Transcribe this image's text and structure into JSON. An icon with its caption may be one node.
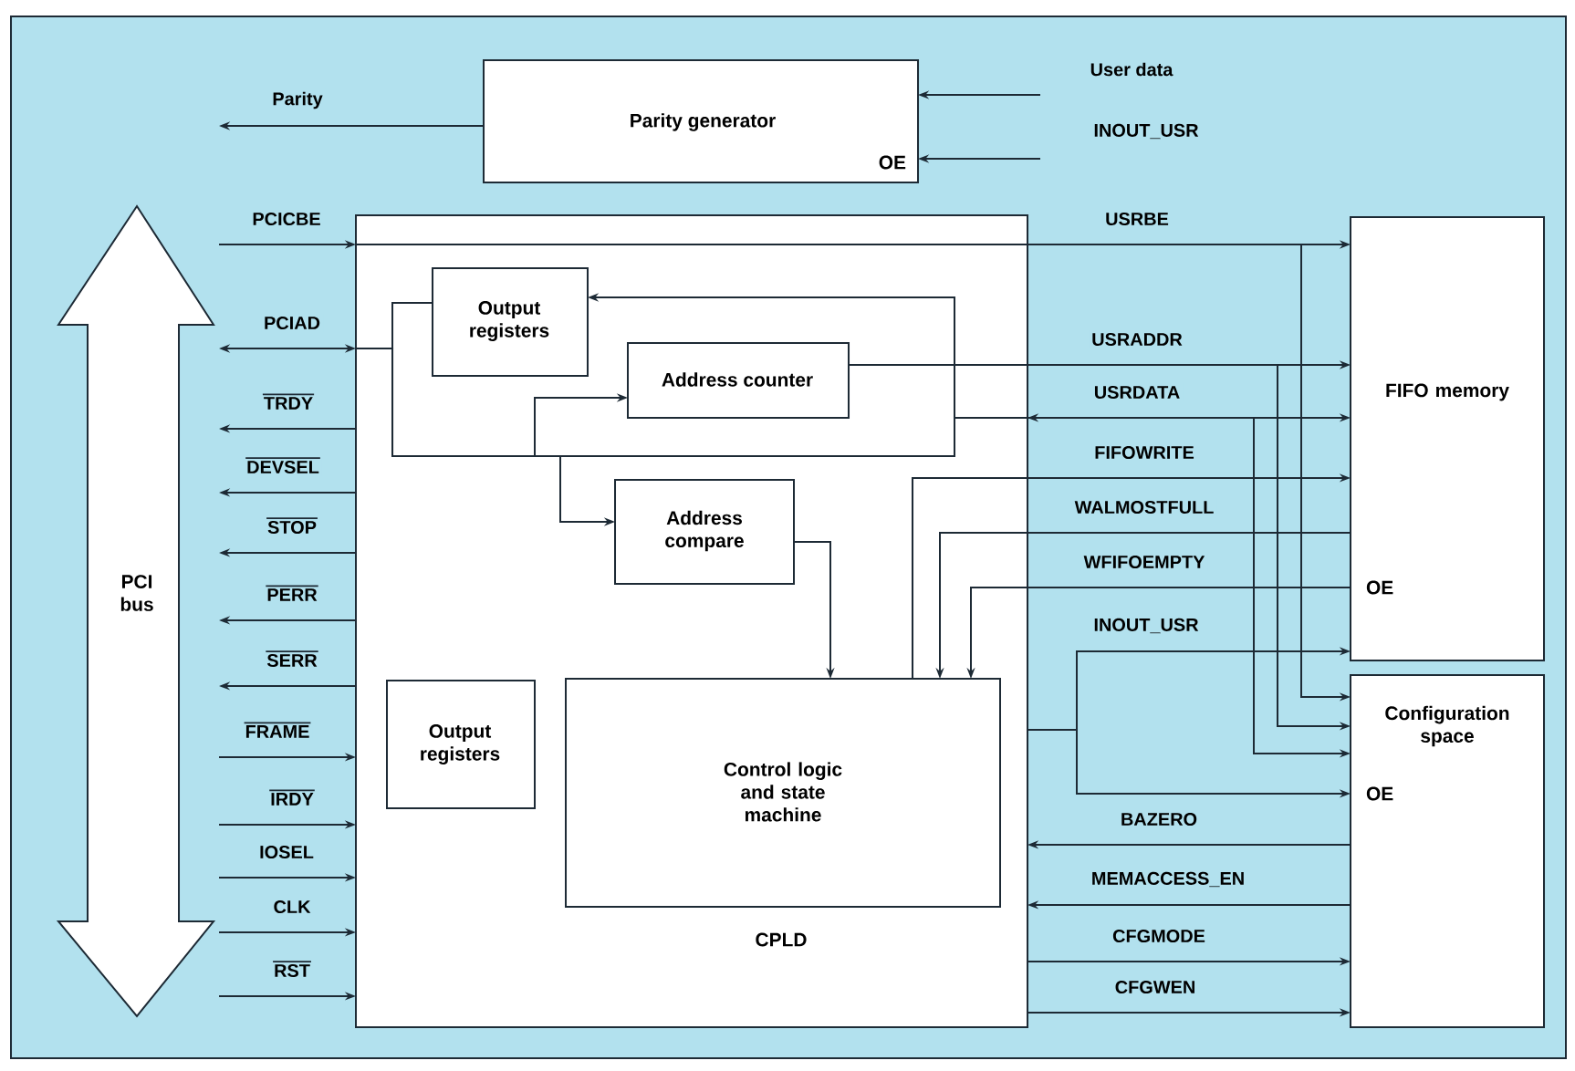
{
  "diagram": {
    "nodes": [
      {
        "text": [
          "Parity generator",
          "OE"
        ]
      },
      {
        "text": [
          "CPLD"
        ]
      },
      {
        "text": [
          "Output registers"
        ],
        "in": 1
      },
      {
        "text": [
          "Address counter"
        ],
        "in": 1
      },
      {
        "text": [
          "Address compare"
        ],
        "in": 1
      },
      {
        "text": [
          "Output registers"
        ],
        "in": 1
      },
      {
        "text": [
          "Control logic and state machine"
        ],
        "in": 1
      },
      {
        "text": [
          "FIFO memory",
          "OE"
        ]
      },
      {
        "text": [
          "Configuration space",
          "OE"
        ]
      },
      {
        "text": [
          "PCI bus"
        ]
      }
    ],
    "edges": [
      {
        "from": 0,
        "to": null,
        "arrow": "to",
        "label": "Parity"
      },
      {
        "from": null,
        "to": 0,
        "arrow": "to",
        "label": "User data"
      },
      {
        "from": null,
        "to": 0,
        "arrow": "to",
        "label": "INOUT_USR"
      },
      {
        "from": 9,
        "to": 1,
        "arrow": "to",
        "label": "PCICBE"
      },
      {
        "from": 9,
        "to": 1,
        "arrow": "both",
        "label": "PCIAD"
      },
      {
        "from": 1,
        "to": 9,
        "arrow": "to",
        "label": "TRDY"
      },
      {
        "from": 1,
        "to": 9,
        "arrow": "to",
        "label": "DEVSEL"
      },
      {
        "from": 1,
        "to": 9,
        "arrow": "to",
        "label": "STOP"
      },
      {
        "from": 1,
        "to": 9,
        "arrow": "to",
        "label": "PERR"
      },
      {
        "from": 1,
        "to": 9,
        "arrow": "to",
        "label": "SERR"
      },
      {
        "from": 9,
        "to": 1,
        "arrow": "to",
        "label": "FRAME"
      },
      {
        "from": 9,
        "to": 1,
        "arrow": "to",
        "label": "IRDY"
      },
      {
        "from": 9,
        "to": 1,
        "arrow": "to",
        "label": "IOSEL"
      },
      {
        "from": 9,
        "to": 1,
        "arrow": "to",
        "label": "CLK"
      },
      {
        "from": 9,
        "to": 1,
        "arrow": "to",
        "label": "RST"
      },
      {
        "from": 1,
        "to": 7,
        "arrow": "to",
        "label": "USRBE"
      },
      {
        "from": 1,
        "to": 8,
        "arrow": "to"
      },
      {
        "from": 1,
        "to": 2,
        "arrow": "none"
      },
      {
        "from": 1,
        "to": 3,
        "arrow": "to"
      },
      {
        "from": 1,
        "to": 4,
        "arrow": "to"
      },
      {
        "from": 1,
        "to": 2,
        "arrow": "to"
      },
      {
        "from": 3,
        "to": 7,
        "arrow": "to",
        "label": "USRADDR"
      },
      {
        "from": 3,
        "to": 8,
        "arrow": "to"
      },
      {
        "from": 7,
        "to": 1,
        "arrow": "both",
        "label": "USRDATA"
      },
      {
        "from": 1,
        "to": 8,
        "arrow": "to"
      },
      {
        "from": 6,
        "to": 7,
        "arrow": "to",
        "label": "FIFOWRITE"
      },
      {
        "from": 7,
        "to": 6,
        "arrow": "to",
        "label": "WALMOSTFULL"
      },
      {
        "from": 7,
        "to": 6,
        "arrow": "to",
        "label": "WFIFOEMPTY"
      },
      {
        "from": 1,
        "to": 7,
        "arrow": "to",
        "label": "INOUT_USR"
      },
      {
        "from": 1,
        "to": 8,
        "arrow": "to"
      },
      {
        "from": 8,
        "to": 1,
        "arrow": "to",
        "label": "BAZERO"
      },
      {
        "from": 8,
        "to": 1,
        "arrow": "to",
        "label": "MEMACCESS_EN"
      },
      {
        "from": 1,
        "to": 8,
        "arrow": "to",
        "label": "CFGMODE"
      },
      {
        "from": 1,
        "to": 8,
        "arrow": "to",
        "label": "CFGWEN"
      },
      {
        "from": 4,
        "to": 6,
        "arrow": "to"
      }
    ]
  }
}
